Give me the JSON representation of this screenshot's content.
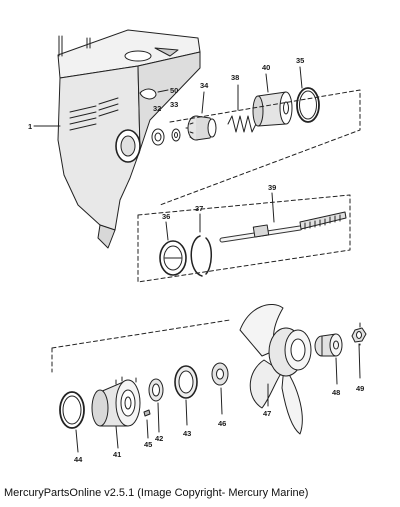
{
  "parts": [
    {
      "id": "1"
    },
    {
      "id": "50"
    },
    {
      "id": "32"
    },
    {
      "id": "33"
    },
    {
      "id": "34"
    },
    {
      "id": "38"
    },
    {
      "id": "40"
    },
    {
      "id": "35"
    },
    {
      "id": "39"
    },
    {
      "id": "36"
    },
    {
      "id": "37"
    },
    {
      "id": "44"
    },
    {
      "id": "41"
    },
    {
      "id": "45"
    },
    {
      "id": "42"
    },
    {
      "id": "43"
    },
    {
      "id": "46"
    },
    {
      "id": "47"
    },
    {
      "id": "48"
    },
    {
      "id": "49"
    }
  ],
  "footer": {
    "copyright": "MercuryPartsOnline v2.5.1 (Image Copyright- Mercury Marine)"
  }
}
